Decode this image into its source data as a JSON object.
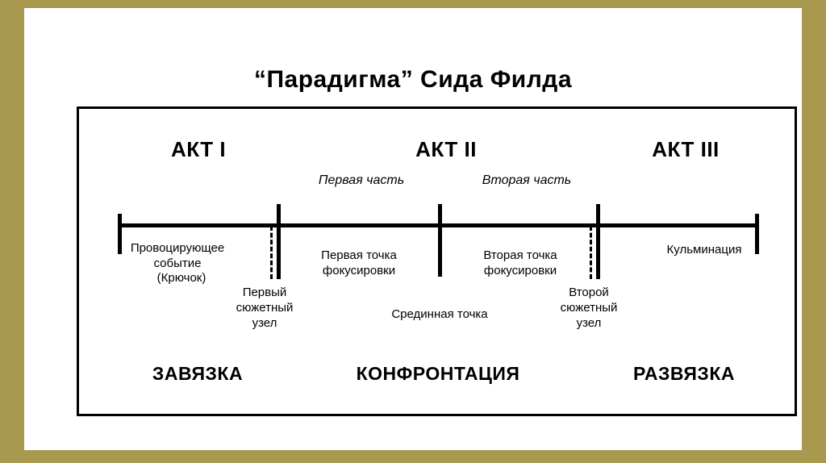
{
  "colors": {
    "frame": "#a9994e",
    "ink": "#000000",
    "paper": "#ffffff"
  },
  "title": "“Парадигма” Сида Филда",
  "acts": {
    "act1": "АКТ I",
    "act2": "АКТ II",
    "act3": "АКТ III"
  },
  "act2_parts": {
    "part1": "Первая часть",
    "part2": "Вторая часть"
  },
  "points": {
    "inciting_event": "Провоцирующее\nсобытие",
    "hook": "(Крючок)",
    "plot_node_1": "Первый\nсюжетный\nузел",
    "pinch_1": "Первая точка\nфокусировки",
    "midpoint": "Срединная точка",
    "pinch_2": "Вторая точка\nфокусировки",
    "plot_node_2": "Второй\nсюжетный\nузел",
    "climax": "Кульминация"
  },
  "stages": {
    "setup": "ЗАВЯЗКА",
    "confrontation": "КОНФРОНТАЦИЯ",
    "resolution": "РАЗВЯЗКА"
  }
}
